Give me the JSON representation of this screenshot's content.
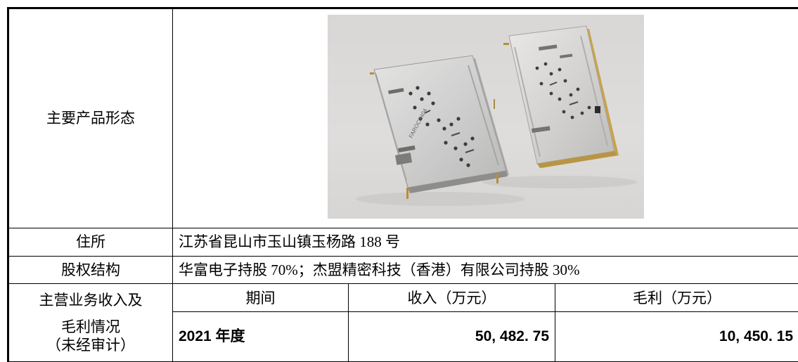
{
  "rows": {
    "product": {
      "label": "主要产品形态"
    },
    "address": {
      "label": "住所",
      "value": "江苏省昆山市玉山镇玉杨路 188 号"
    },
    "equity": {
      "label": "股权结构",
      "value": "华富电子持股 70%；杰盟精密科技（香港）有限公司持股 30%"
    },
    "business": {
      "label_line1": "主营业务收入及",
      "label_line2": "毛利情况",
      "label_line3": "（未经审计）",
      "col_period": "期间",
      "col_revenue": "收入（万元）",
      "col_gross": "毛利（万元）",
      "period": "2021 年度",
      "revenue": "50, 482. 75",
      "gross": "10, 450. 15"
    }
  },
  "photo": {
    "imprint": "FAROCX404",
    "colors": {
      "background": "#dcdad9",
      "metal": "#c9c9c9",
      "gold": "#c9a44a"
    }
  }
}
